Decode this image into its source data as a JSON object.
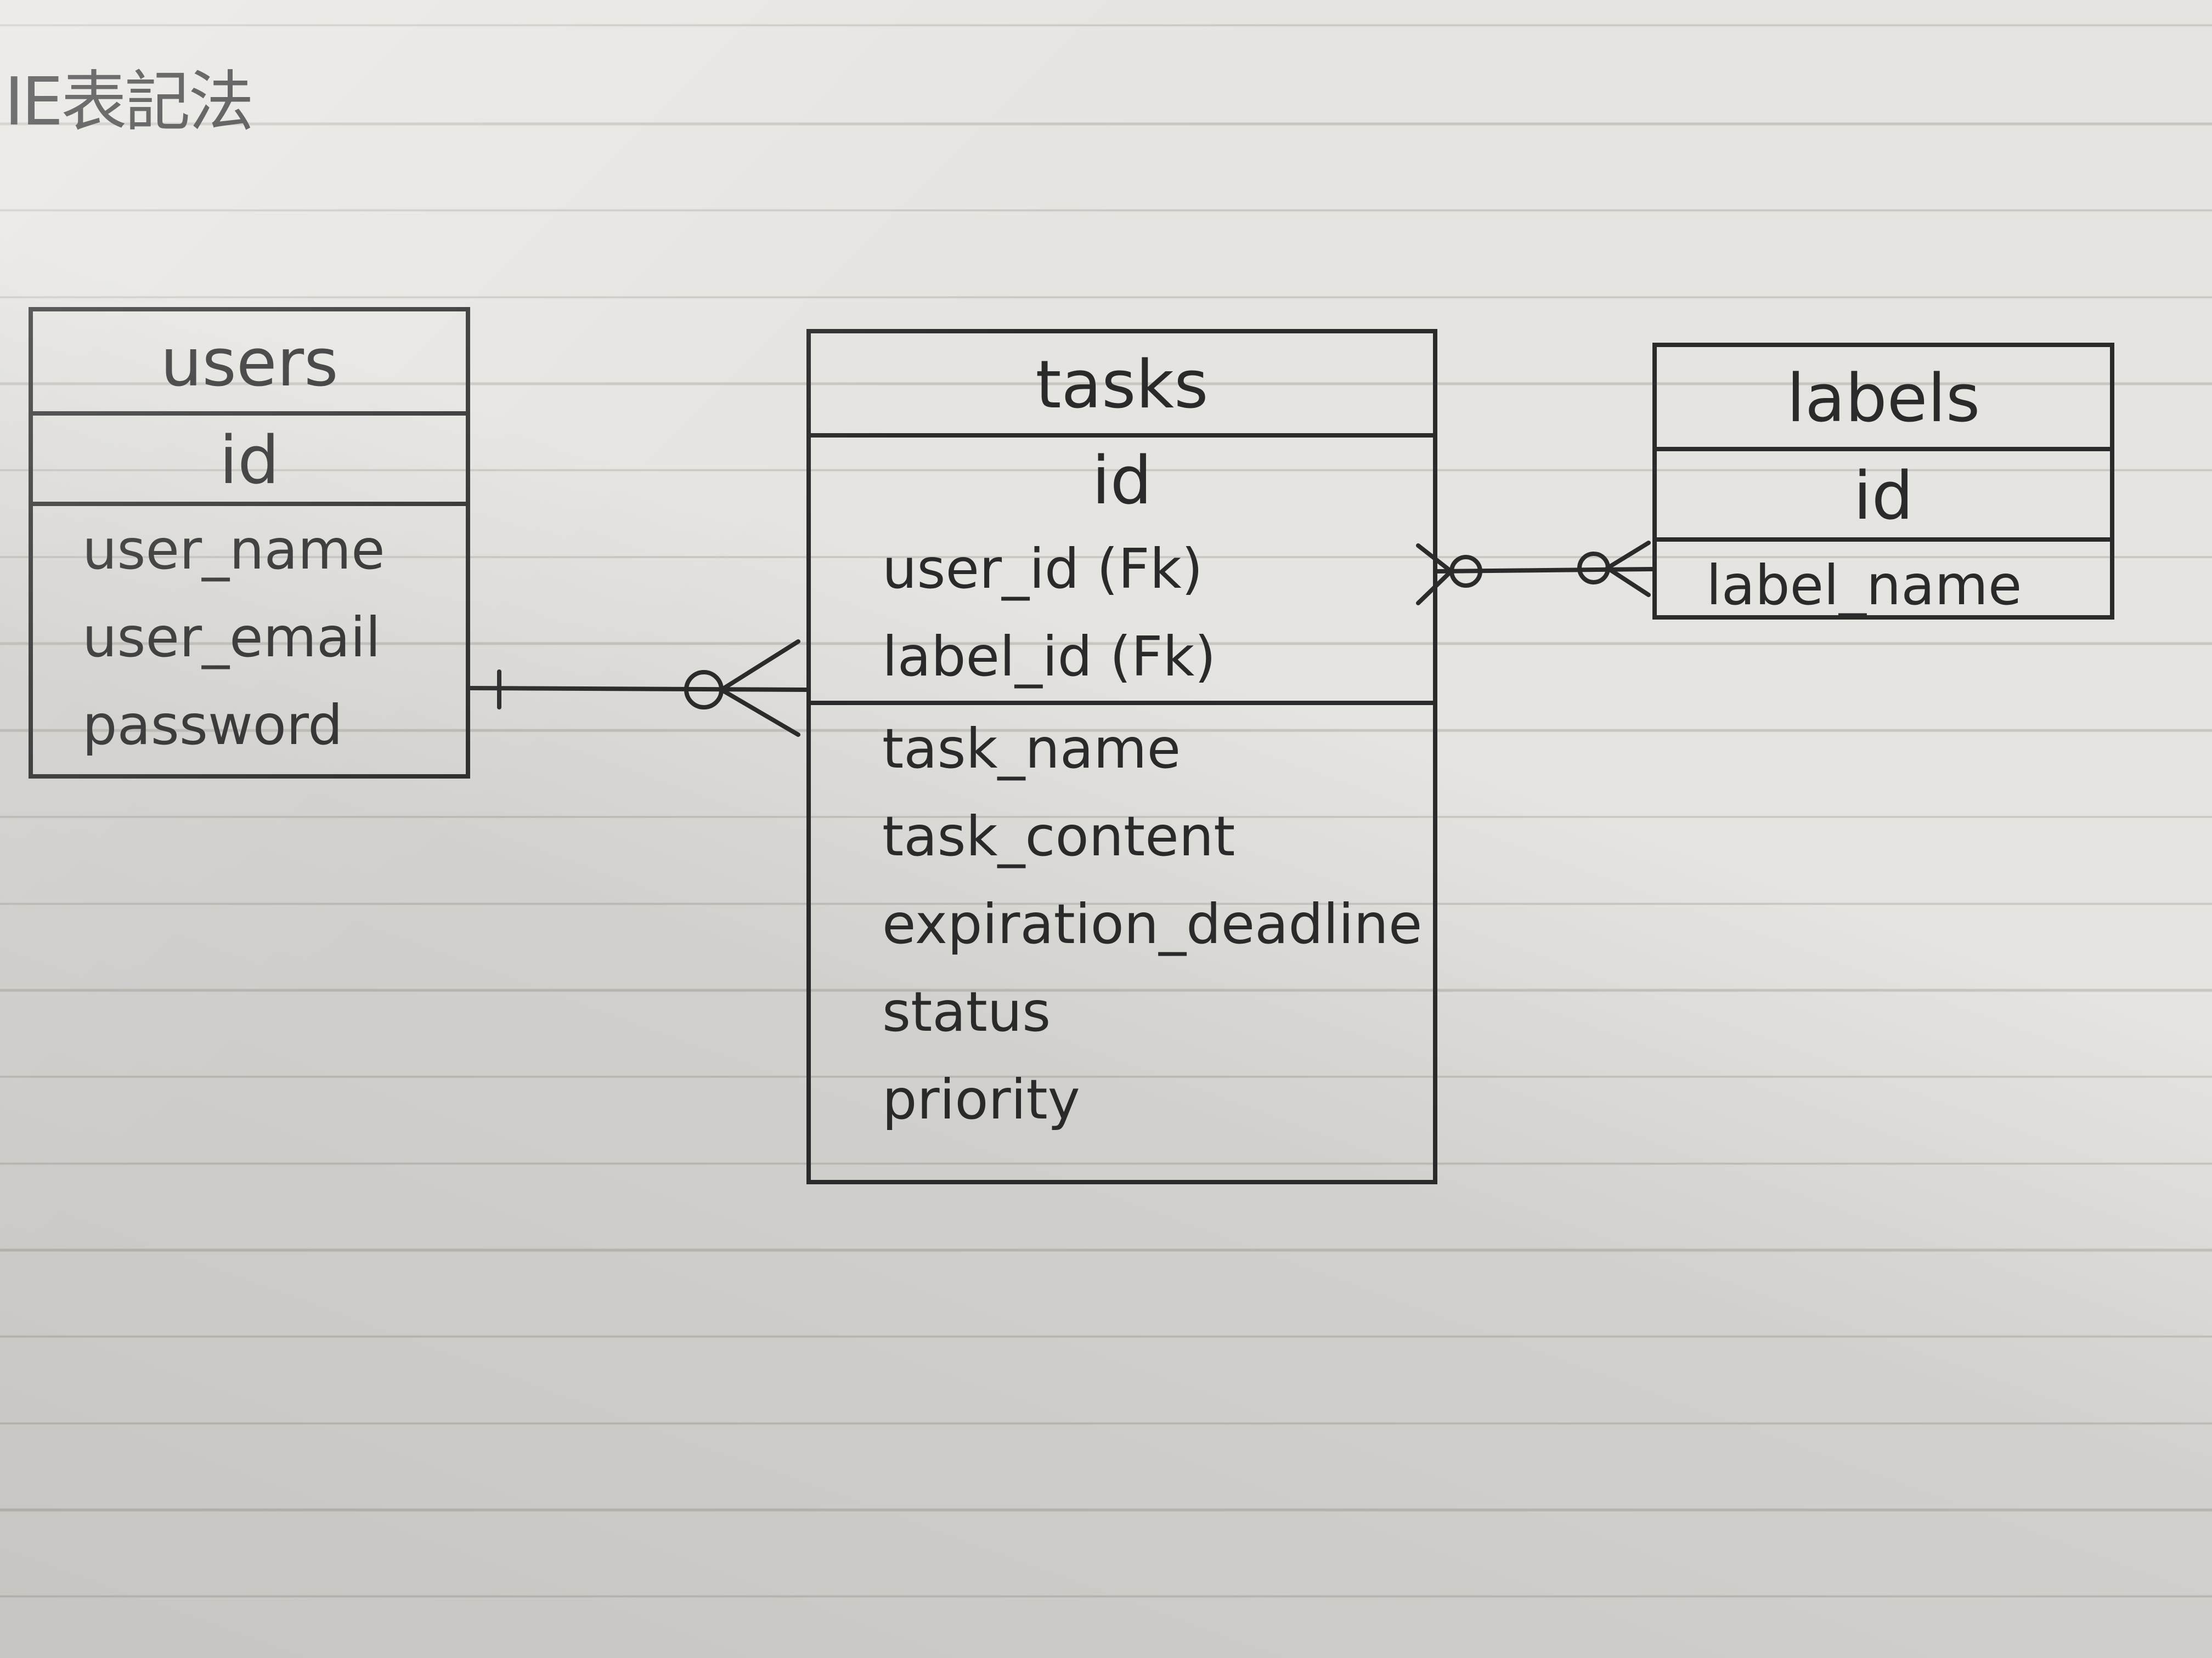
{
  "title": "IE表記法",
  "entities": {
    "users": {
      "name": "users",
      "pk": "id",
      "attributes": [
        "user_name",
        "user_email",
        "password"
      ]
    },
    "tasks": {
      "name": "tasks",
      "pk": "id",
      "fks": [
        "user_id (Fk)",
        "label_id (Fk)"
      ],
      "attributes": [
        "task_name",
        "task_content",
        "expiration_deadline",
        "status",
        "priority"
      ]
    },
    "labels": {
      "name": "labels",
      "pk": "id",
      "attributes": [
        "label_name"
      ]
    }
  },
  "relationships": [
    {
      "from": "users",
      "to": "tasks",
      "from_cardinality": "one",
      "to_cardinality": "zero-or-many"
    },
    {
      "from": "tasks",
      "to": "labels",
      "from_cardinality": "zero-or-many",
      "to_cardinality": "zero-or-many"
    }
  ]
}
